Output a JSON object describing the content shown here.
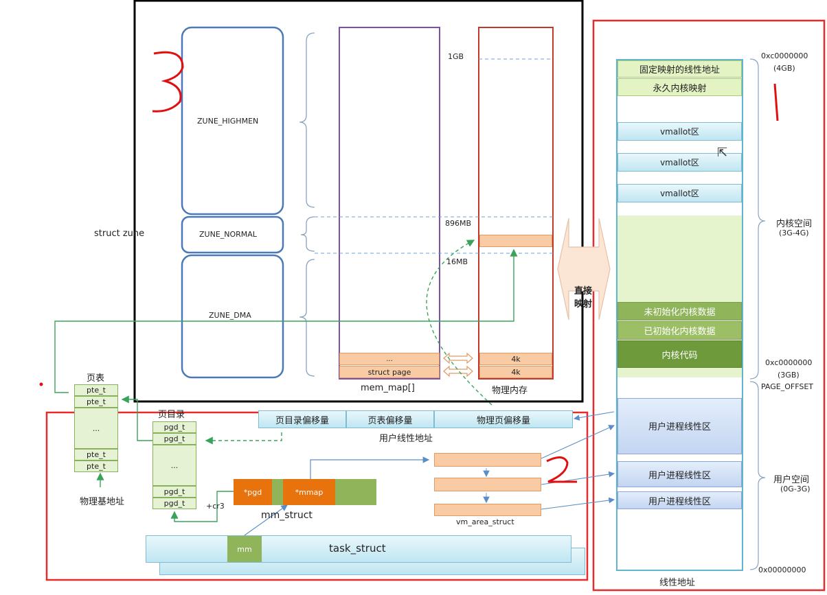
{
  "header_text": "",
  "zones": {
    "struct_label": "struct zune",
    "highmem": "ZUNE_HIGHMEN",
    "normal": "ZUNE_NORMAL",
    "dma": "ZUNE_DMA"
  },
  "phys_marks": {
    "gb1": "1GB",
    "mb896": "896MB",
    "mb16": "16MB"
  },
  "mem_map": {
    "dots": "...",
    "struct_page": "struct page",
    "label": "mem_map[]"
  },
  "phys_mem": {
    "k4_a": "4k",
    "k4_b": "4k",
    "label": "物理内存"
  },
  "direct_map": {
    "line1": "直接",
    "line2": "映射"
  },
  "page_table": {
    "title": "页表",
    "rows": [
      "pte_t",
      "pte_t",
      "...",
      "pte_t",
      "pte_t"
    ],
    "base_label": "物理基地址"
  },
  "page_dir": {
    "title": "页目录",
    "rows": [
      "pgd_t",
      "pgd_t",
      "...",
      "pgd_t",
      "pgd_t"
    ],
    "cr3": "+cr3"
  },
  "linear_addr": {
    "fields": [
      "页目录偏移量",
      "页表偏移量",
      "物理页偏移量"
    ],
    "label": "用户线性地址"
  },
  "mm_struct": {
    "pgd": "*pgd",
    "mmap": "*mmap",
    "label": "mm_struct"
  },
  "vm_area": {
    "label": "vm_area_struct"
  },
  "task": {
    "mm": "mm",
    "label": "task_struct"
  },
  "address_space": {
    "top_addr": "0xc0000000",
    "top_size": "(4GB)",
    "kernel_space": "内核空间",
    "kernel_range": "(3G-4G)",
    "mid_addr": "0xc0000000",
    "mid_size": "(3GB)",
    "page_offset": "PAGE_OFFSET",
    "user_space": "用户空间",
    "user_range": "(0G-3G)",
    "bottom_addr": "0x00000000",
    "label": "线性地址",
    "fixmap": "固定映射的线性地址",
    "pkmap": "永久内核映射",
    "vmalloc1": "vmallot区",
    "vmalloc2": "vmallot区",
    "vmalloc3": "vmallot区",
    "uninit_data": "未初始化内核数据",
    "init_data": "已初始化内核数据",
    "kernel_code": "内核代码",
    "user_region1": "用户进程线性区",
    "user_region2": "用户进程线性区",
    "user_region3": "用户进程线性区"
  },
  "annotations": {
    "n3": "3",
    "n2": "2",
    "n1": "1"
  },
  "colors": {
    "black_frame": "#000000",
    "red_frame": "#e52b2b",
    "zone_blue": "#4a78b8",
    "mem_map_purple": "#7b4fa8",
    "phys_red": "#c0392b"
  }
}
